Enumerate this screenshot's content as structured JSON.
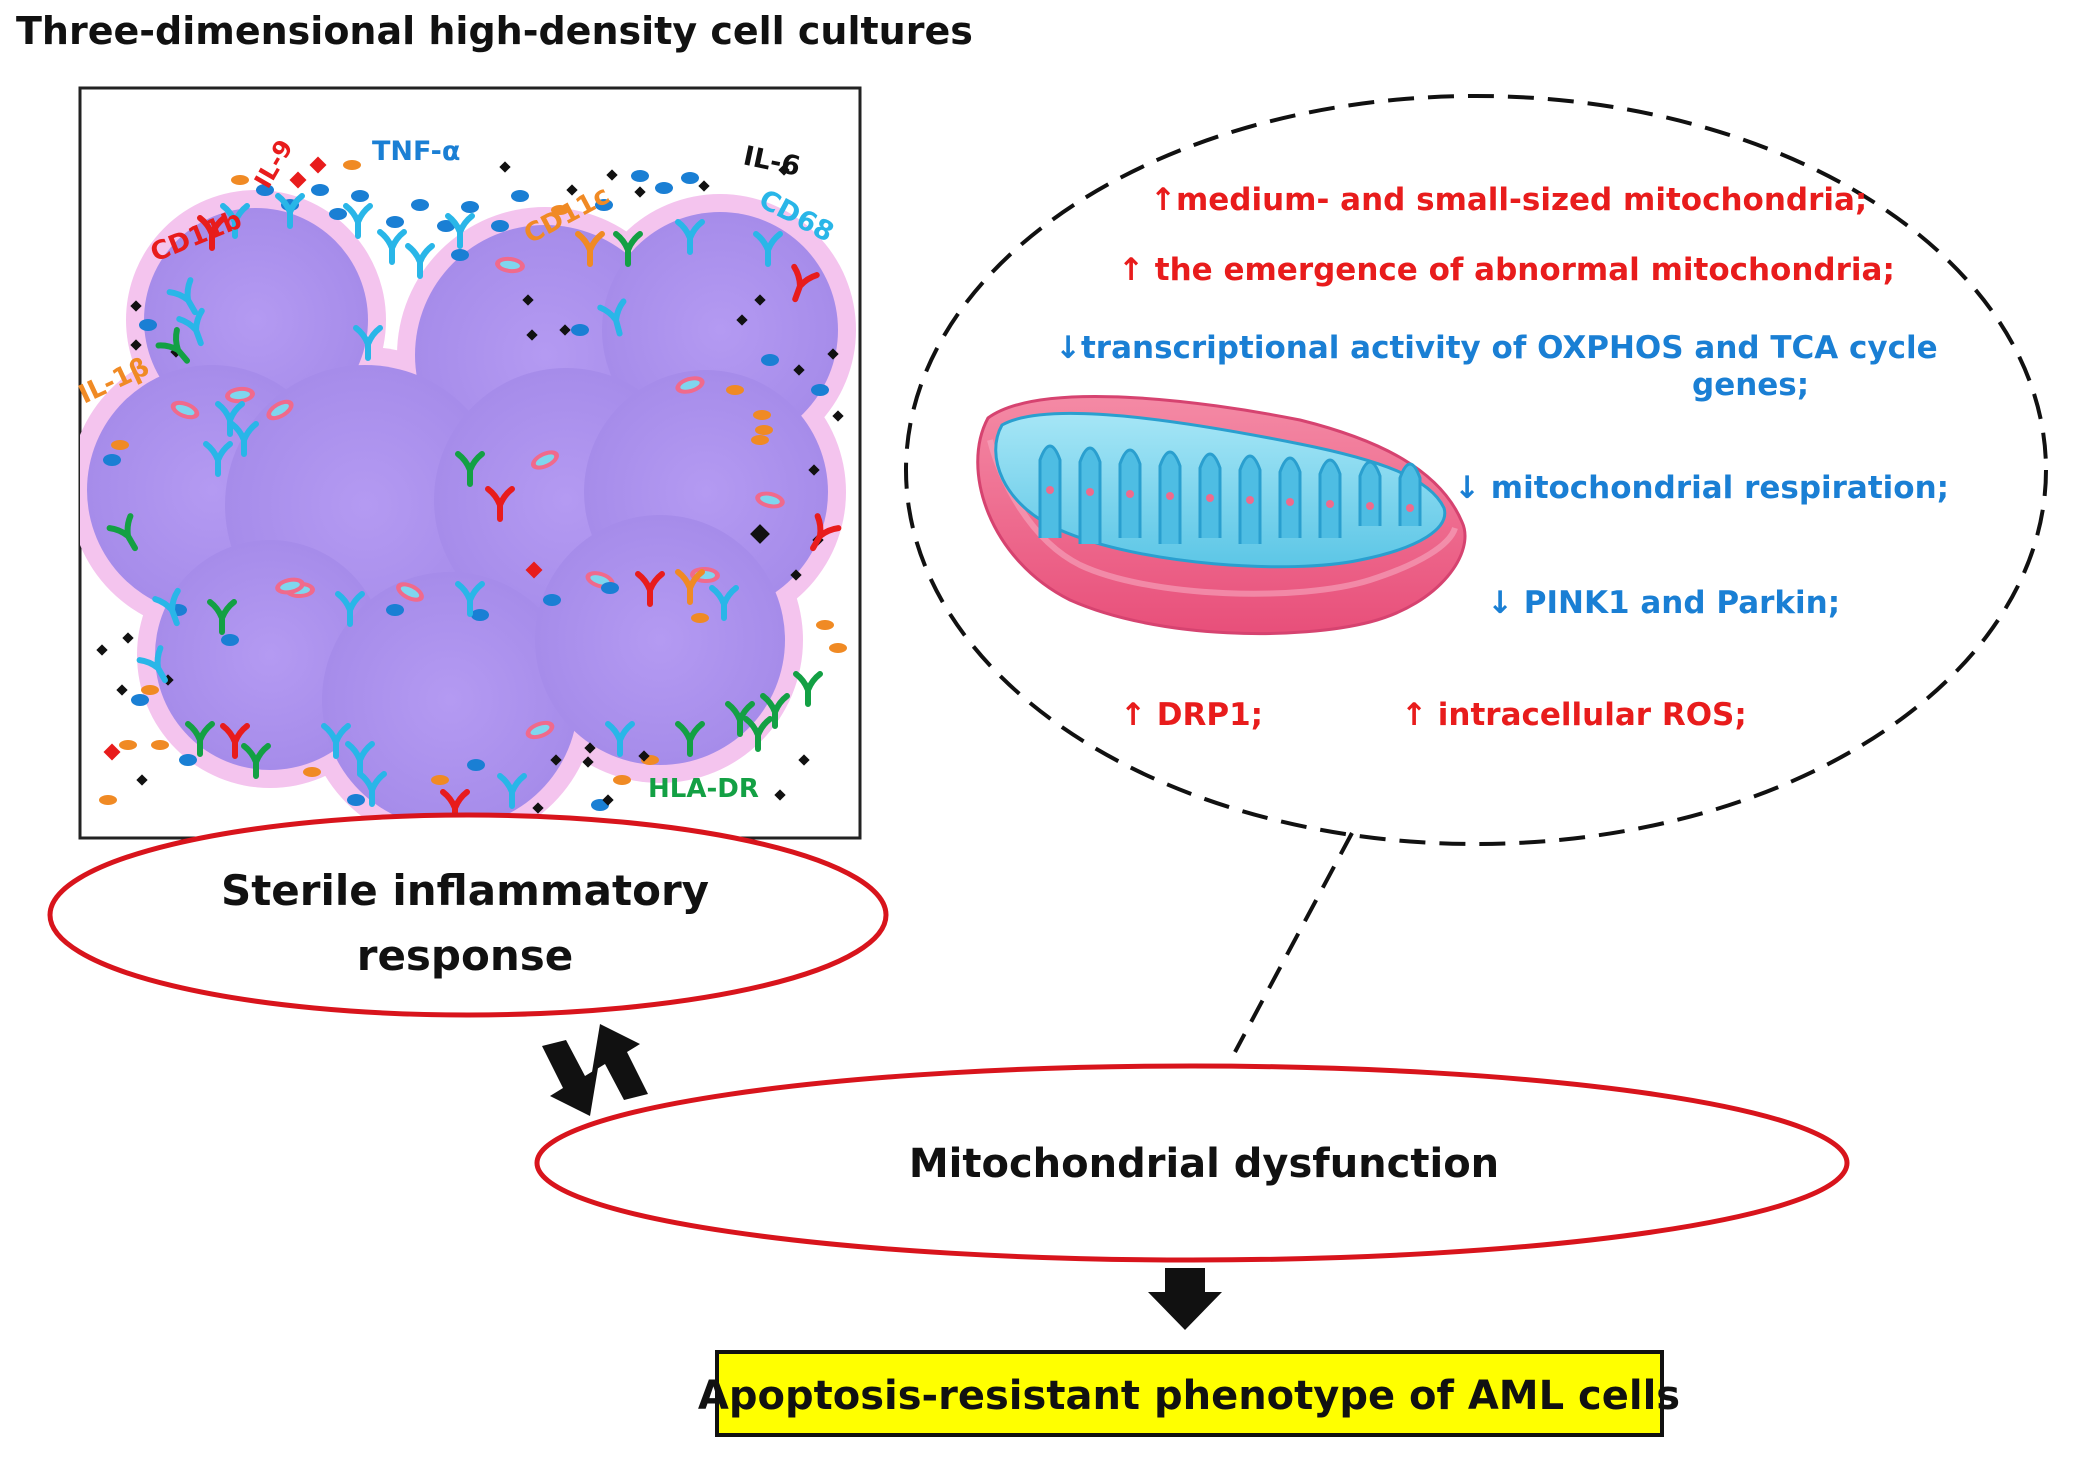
{
  "title": "Three-dimensional high-density cell cultures",
  "colors": {
    "red": "#e81c1c",
    "blue": "#1a7fd4",
    "cyan": "#29b6e8",
    "orange": "#f08a24",
    "green": "#13a044",
    "black": "#111111",
    "cell_fill": "#b89cf0",
    "cell_ring": "#f4c4ee",
    "yellow_box": "#ffff00",
    "mito_outer": "#f06a8c",
    "mito_inner": "#7fd6ee"
  },
  "markers": {
    "cd11b": "CD11b",
    "il9": "IL-9",
    "tnf": "TNF-α",
    "il6": "IL-6",
    "cd11c": "CD11c",
    "cd68": "CD68",
    "il1b": "IL-1β",
    "hladr": "HLA-DR"
  },
  "nodes": {
    "inflammation_line1": "Sterile inflammatory",
    "inflammation_line2": "response",
    "dysfunction": "Mitochondrial dysfunction",
    "outcome": "Apoptosis-resistant phenotype of AML cells"
  },
  "effects": {
    "e1": "↑medium- and small-sized mitochondria;",
    "e2": "↑ the emergence of abnormal mitochondria;",
    "e3_line1": "↓transcriptional activity of OXPHOS and TCA cycle",
    "e3_line2": "genes;",
    "e4": "↓ mitochondrial respiration;",
    "e5": "↓ PINK1 and Parkin;",
    "e6": "↑ DRP1;",
    "e7": "↑ intracellular ROS;"
  }
}
